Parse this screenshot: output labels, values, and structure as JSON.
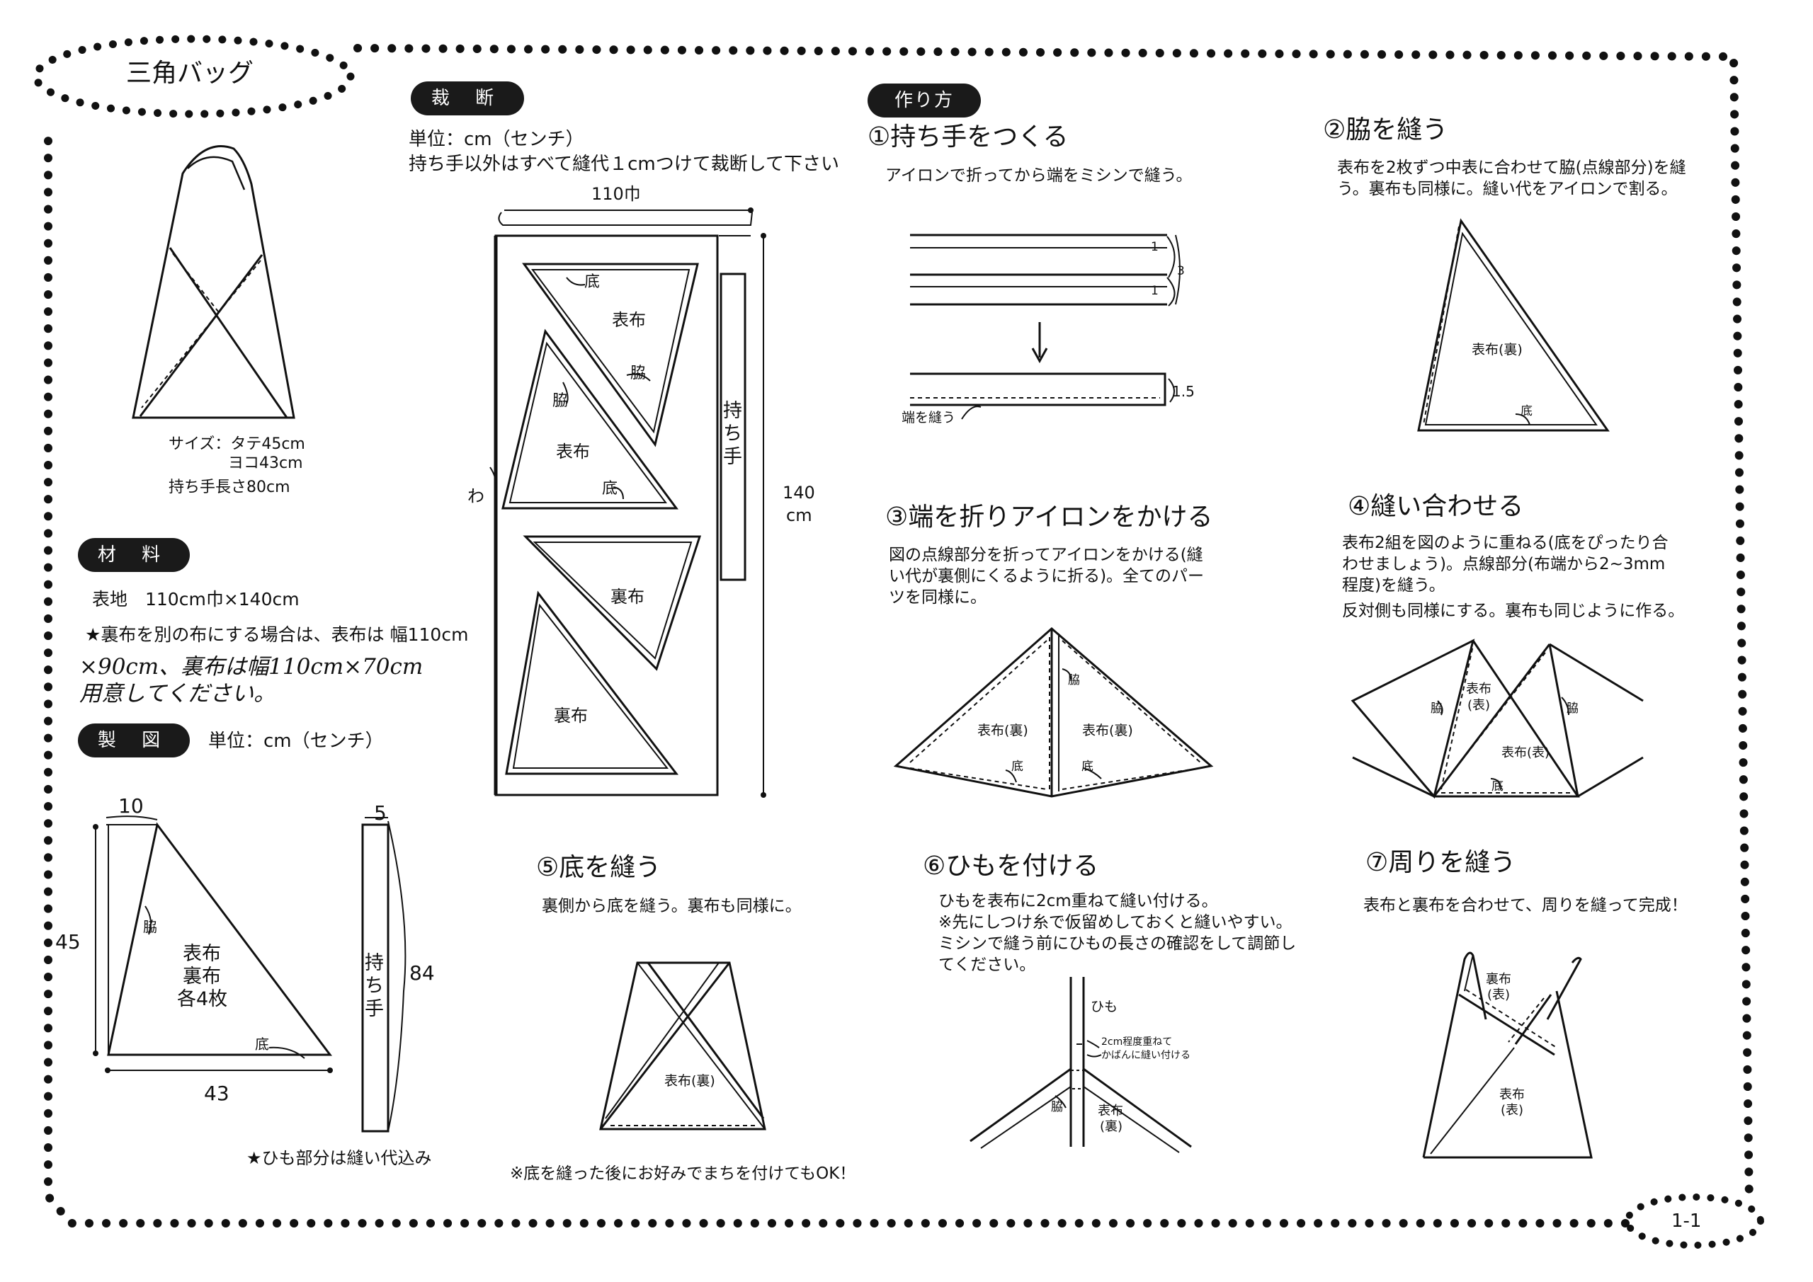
{
  "title": "三角バッグ",
  "page_number": "1-1",
  "size": {
    "line1": "サイズ：タテ45cm",
    "line2": "ヨコ43cm",
    "line3": "持ち手長さ80cm"
  },
  "materials": {
    "heading": "材 料",
    "line1": "表地　110cm巾×140cm",
    "line2": "★裏布を別の布にする場合は、表布は 幅110cm",
    "hand1": "×90cm、裏布は幅110cm×70cm",
    "hand2": "用意してください。"
  },
  "drafting": {
    "heading": "製 図",
    "unit": "単位：cm（センチ）",
    "dim_10": "10",
    "dim_45": "45",
    "dim_43": "43",
    "dim_5": "5",
    "dim_84": "84",
    "label_waki": "脇",
    "label_soko": "底",
    "label_omote": "表布",
    "label_ura": "裏布",
    "label_each": "各4枚",
    "label_handle": "持ち手",
    "note": "★ひも部分は縫い代込み"
  },
  "cutting": {
    "heading": "裁 断",
    "unit": "単位：cm（センチ）",
    "note": "持ち手以外はすべて縫代１cmつけて裁断して下さい",
    "width": "110巾",
    "height_num": "140",
    "height_unit": "cm",
    "fold": "わ",
    "soko": "底",
    "omote": "表布",
    "waki": "脇",
    "ura": "裏布",
    "handle": "持ち手"
  },
  "method": {
    "heading": "作り方",
    "step1": {
      "title": "①持ち手をつくる",
      "text": "アイロンで折ってから端をミシンで縫う。",
      "d1": "1",
      "d3": "3",
      "d15": "1.5",
      "sew": "端を縫う"
    },
    "step2": {
      "title": "②脇を縫う",
      "text1": "表布を2枚ずつ中表に合わせて脇(点線部分)を縫",
      "text2": "う。裏布も同様に。縫い代をアイロンで割る。",
      "label": "表布(裏)",
      "soko": "底"
    },
    "step3": {
      "title": "③端を折りアイロンをかける",
      "text1": "図の点線部分を折ってアイロンをかける(縫",
      "text2": "い代が裏側にくるように折る)。全てのパー",
      "text3": "ツを同様に。",
      "label": "表布(裏)",
      "waki": "脇",
      "soko": "底"
    },
    "step4": {
      "title": "④縫い合わせる",
      "text1": "表布2組を図のように重ねる(底をぴったり合",
      "text2": "わせましょう)。点線部分(布端から2~3mm",
      "text3": "程度)を縫う。",
      "text4": "反対側も同様にする。裏布も同じように作る。",
      "label1": "表布",
      "label1b": "(表)",
      "label2": "表布(表)",
      "waki": "脇",
      "soko": "底"
    },
    "step5": {
      "title": "⑤底を縫う",
      "text": "裏側から底を縫う。裏布も同様に。",
      "label": "表布(裏)",
      "note": "※底を縫った後にお好みでまちを付けてもOK！"
    },
    "step6": {
      "title": "⑥ひもを付ける",
      "text1": "ひもを表布に2cm重ねて縫い付ける。",
      "text2": "※先にしつけ糸で仮留めしておくと縫いやすい。",
      "text3": "ミシンで縫う前にひもの長さの確認をして調節し",
      "text4": "てください。",
      "himo": "ひも",
      "ann1": "2cm程度重ねて",
      "ann2": "かばんに縫い付ける",
      "waki": "脇",
      "label": "表布",
      "label_b": "(裏)"
    },
    "step7": {
      "title": "⑦周りを縫う",
      "text": "表布と裏布を合わせて、周りを縫って完成！",
      "label1": "裏布",
      "label1b": "(表)",
      "label2": "表布",
      "label2b": "(表)"
    }
  }
}
